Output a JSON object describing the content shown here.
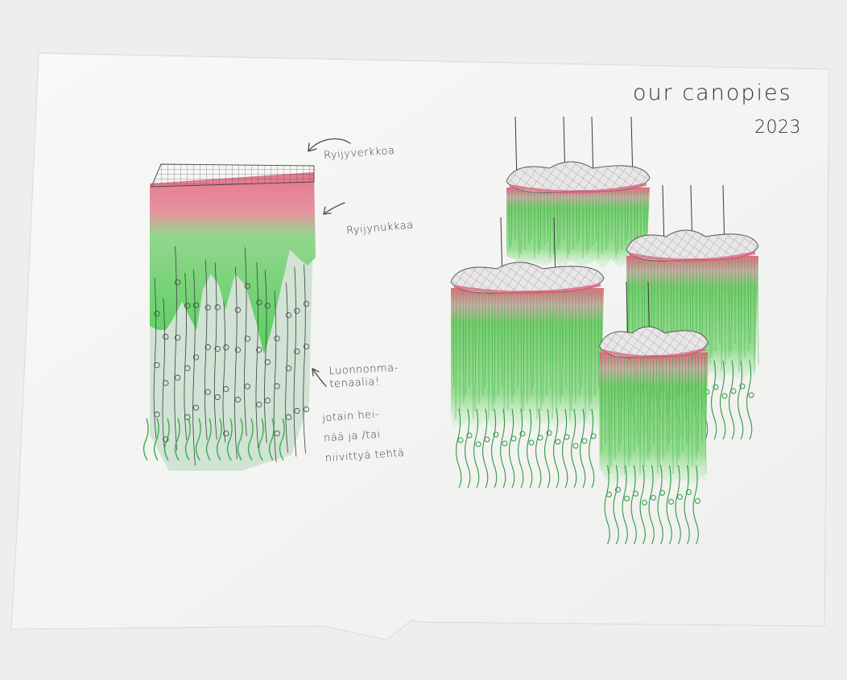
{
  "sketch": {
    "title": "our canopies",
    "year": "2023",
    "labels": {
      "grid": "Ryijyverkkoa",
      "knots": "Ryijynukkaa",
      "natural_line1": "Luonnonma-",
      "natural_line2": "tenaalia!",
      "material_line1": "jotain hei-",
      "material_line2": "nää ja /tai",
      "material_line3": "niivittyä tehtä"
    }
  },
  "colors": {
    "paper": "#f6f6f4",
    "background": "#eeeeef",
    "green": "#5bd35a",
    "pink": "#e6788b",
    "pale_green": "#bfd9c8",
    "pencil": "#444446"
  }
}
